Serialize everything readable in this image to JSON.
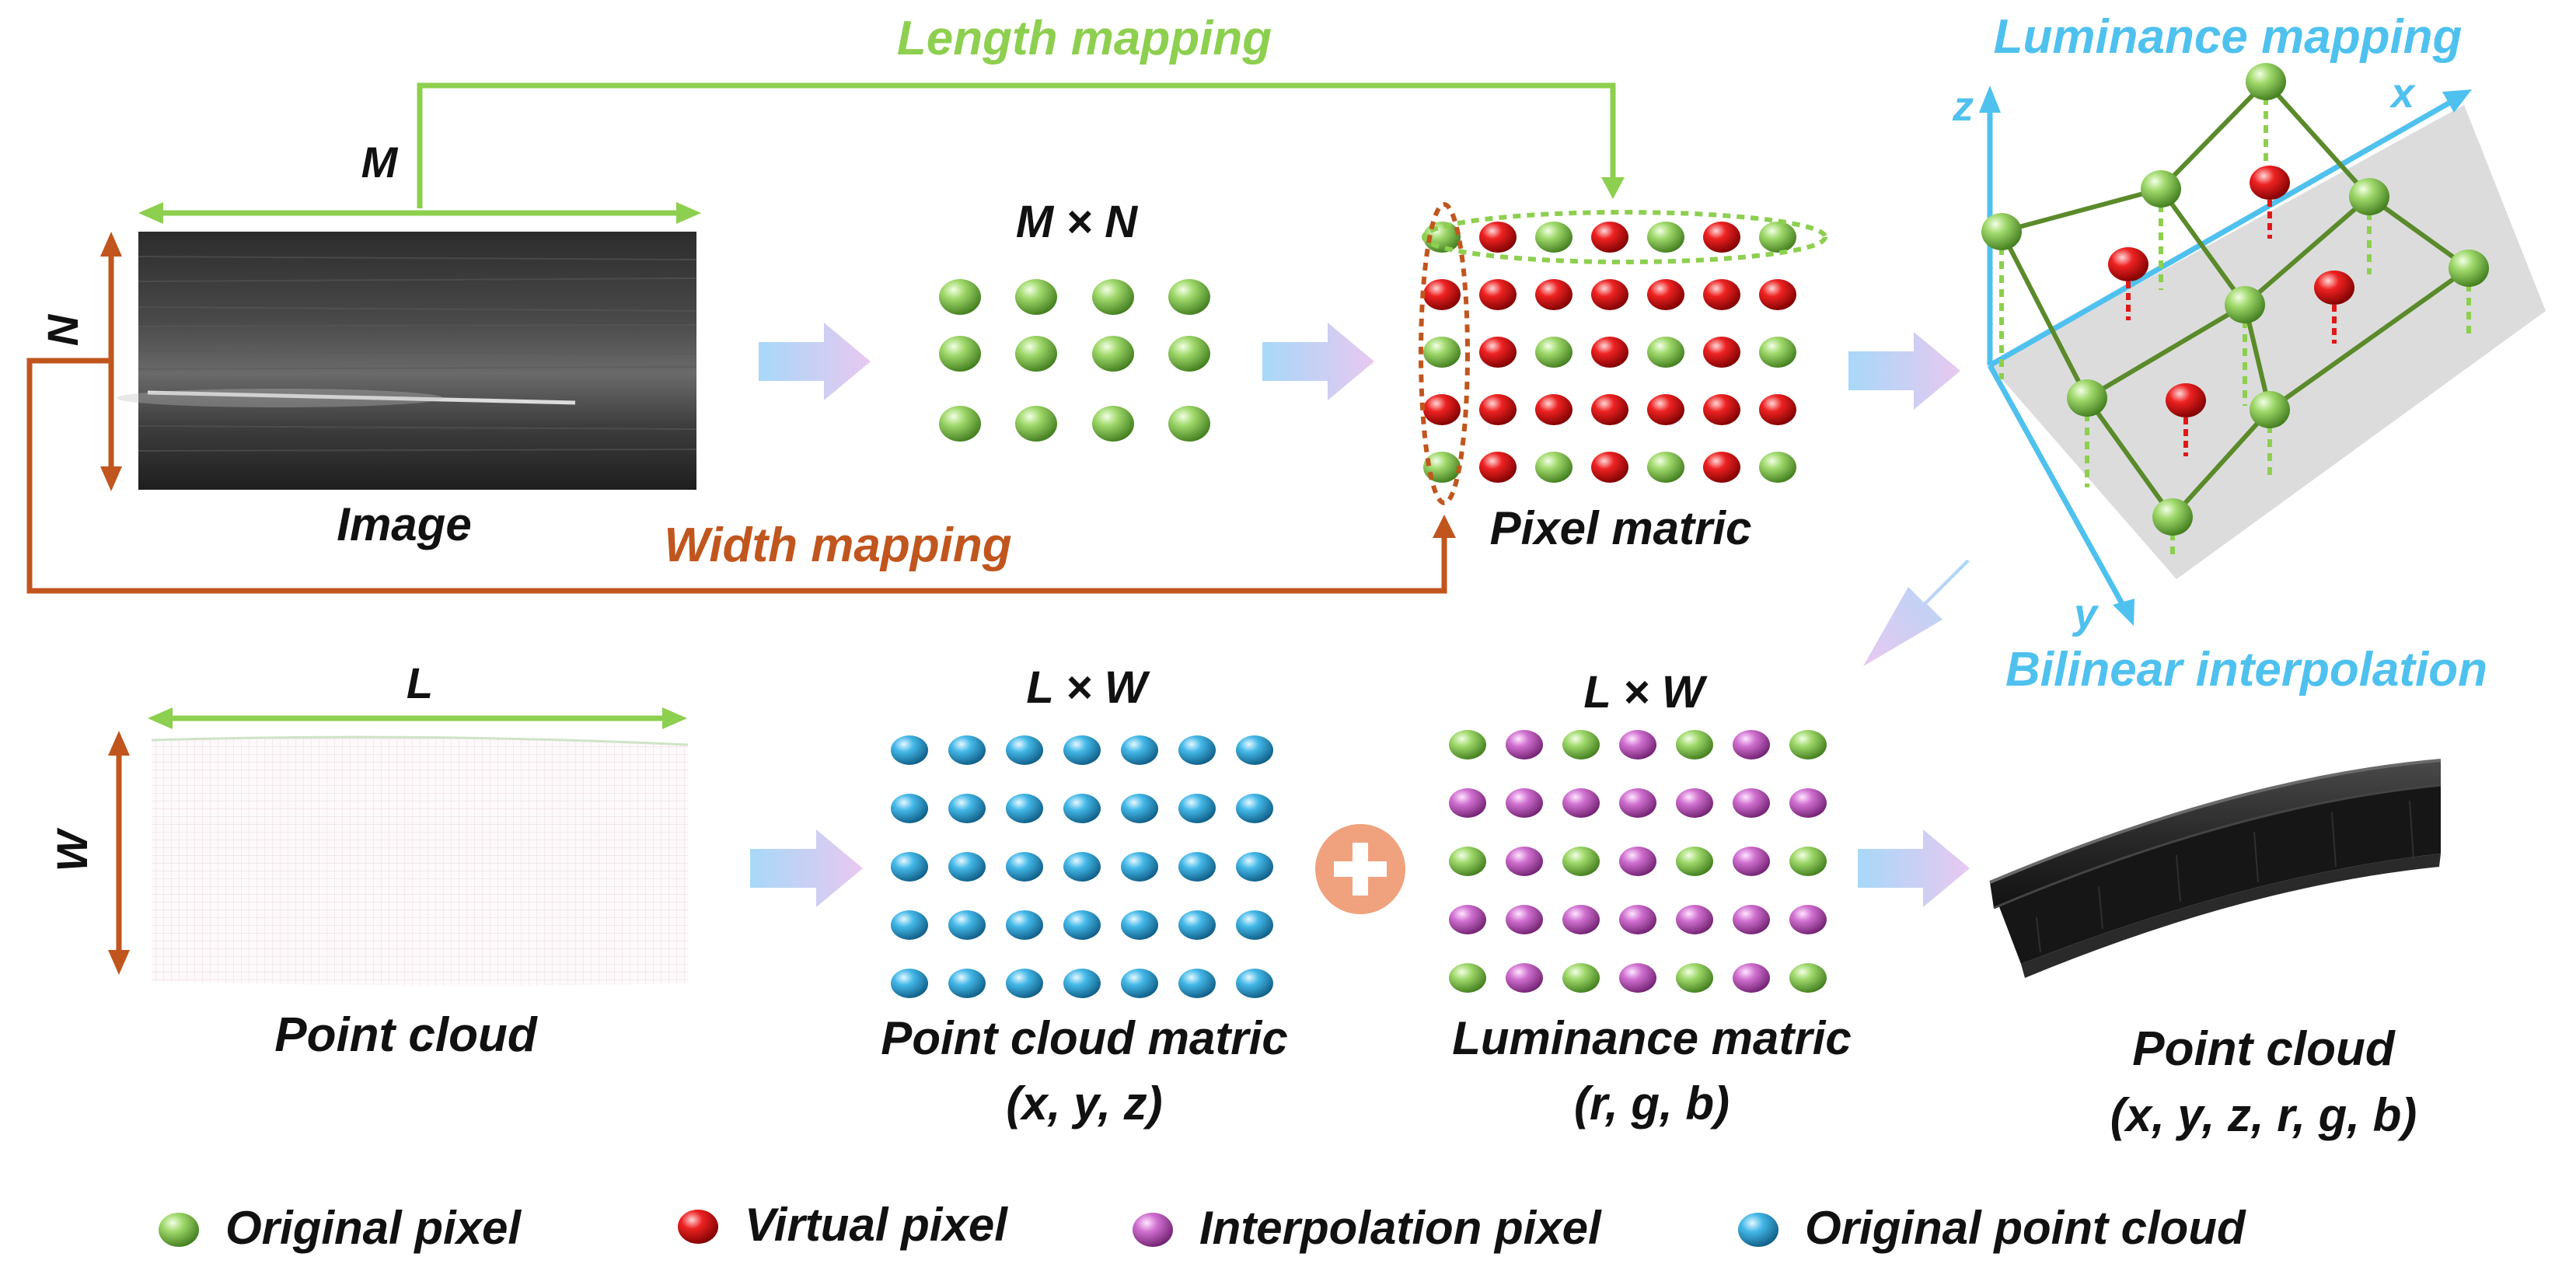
{
  "labels": {
    "length_mapping": "Length mapping",
    "width_mapping": "Width mapping",
    "luminance_mapping": "Luminance mapping",
    "bilinear_interpolation": "Bilinear interpolation",
    "M": "M",
    "N": "N",
    "MxN": "M × N",
    "image": "Image",
    "pixel_matric": "Pixel matric",
    "L": "L",
    "W": "W",
    "LxW_a": "L × W",
    "LxW_b": "L × W",
    "point_cloud_left": "Point cloud",
    "point_cloud_matric": "Point cloud matric",
    "xyz": "(x, y, z)",
    "luminance_matric": "Luminance matric",
    "rgb": "(r, g, b)",
    "point_cloud_right": "Point cloud",
    "xyzrgb": "(x, y, z, r, g, b)",
    "axis_x": "x",
    "axis_y": "y",
    "axis_z": "z"
  },
  "legend": [
    {
      "label": "Original pixel",
      "color": "#7cc444"
    },
    {
      "label": "Virtual pixel",
      "color": "#e01818"
    },
    {
      "label": "Interpolation pixel",
      "color": "#c860c8"
    },
    {
      "label": "Original point cloud",
      "color": "#3ab0e0"
    }
  ],
  "colors": {
    "green_arrow": "#8dcf4f",
    "orange_arrow": "#c0561e",
    "blue_text": "#4fc1ee",
    "original_pixel": "#7cc444",
    "virtual_pixel": "#e01818",
    "interpolation_pixel": "#c860c8",
    "point_cloud": "#3ab0e0"
  }
}
